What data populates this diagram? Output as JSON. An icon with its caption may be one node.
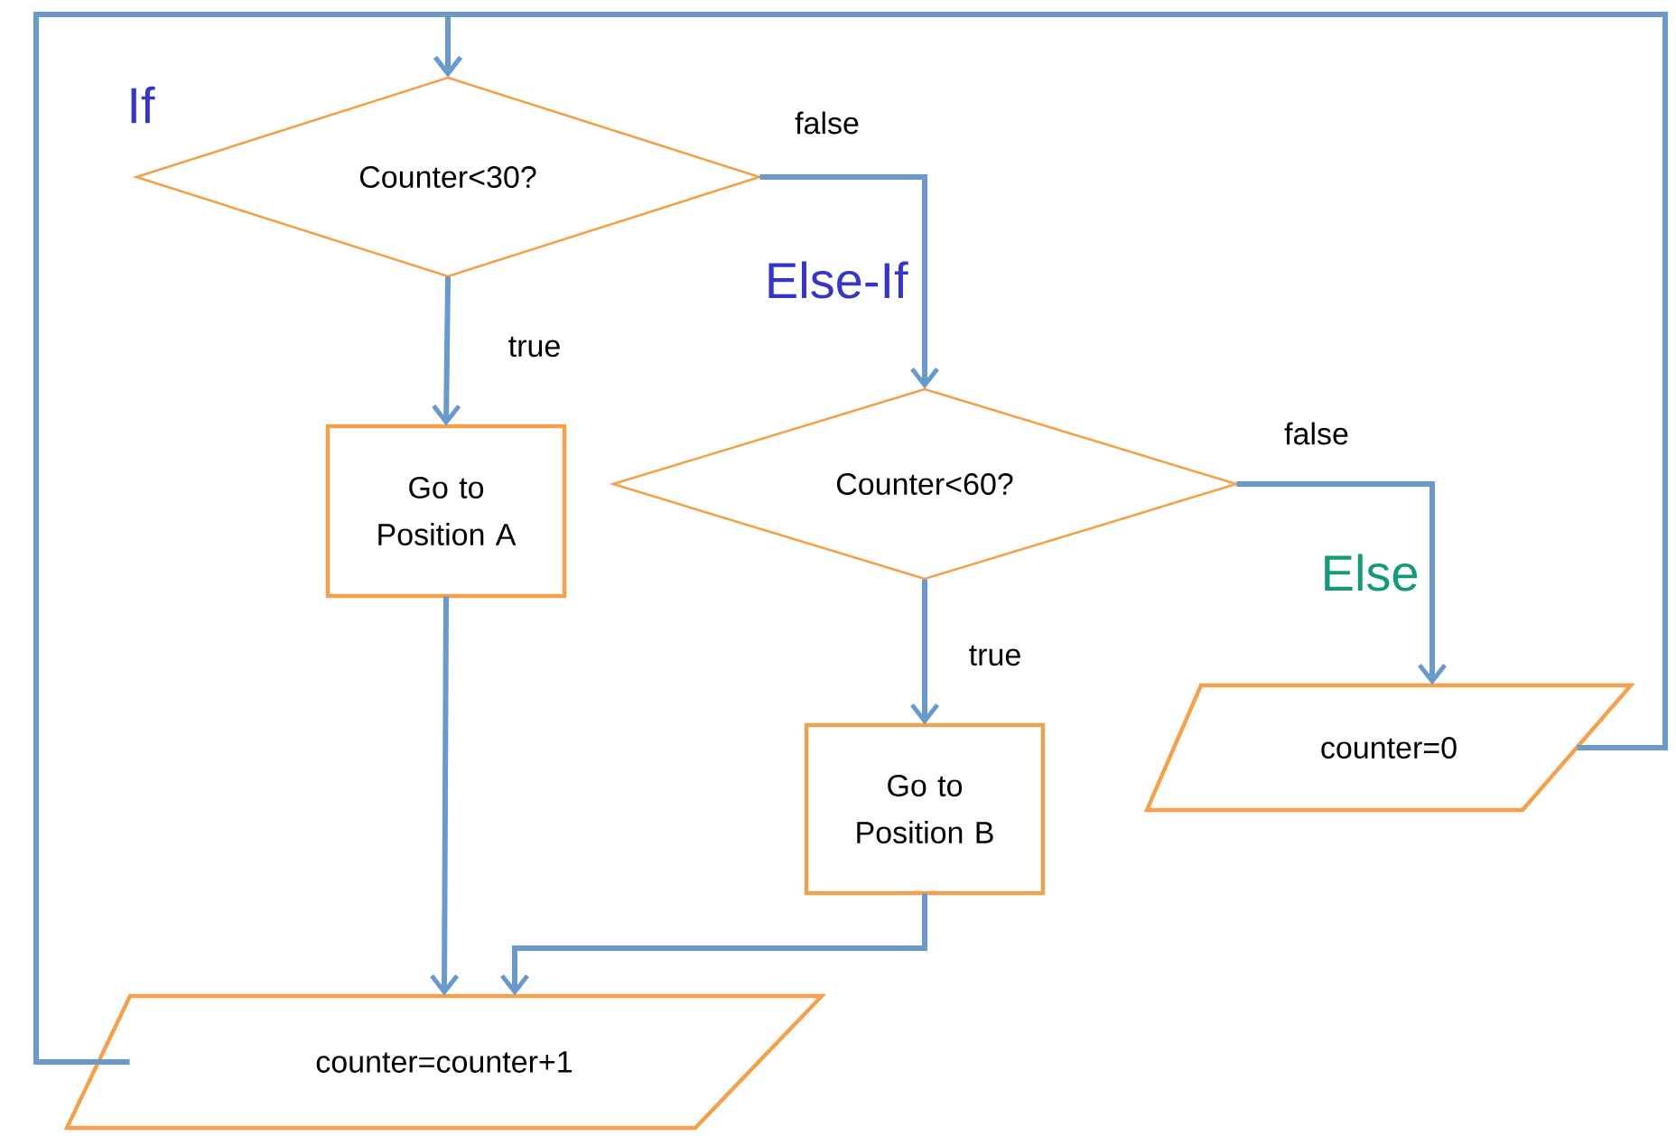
{
  "diagram": {
    "nodes": [
      {
        "text": [
          "Counter<30?"
        ]
      },
      {
        "text": [
          "Go to Position A"
        ]
      },
      {
        "text": [
          "Counter<60?"
        ]
      },
      {
        "text": [
          "Go to Position B"
        ]
      },
      {
        "text": [
          "counter=0"
        ]
      },
      {
        "text": [
          "counter=counter+1"
        ]
      }
    ],
    "edges": [
      {
        "from": 0,
        "to": 1,
        "arrow": "to",
        "label": "true"
      },
      {
        "from": 0,
        "to": 2,
        "arrow": "to",
        "label": "false"
      },
      {
        "from": 2,
        "to": 3,
        "arrow": "to",
        "label": "true"
      },
      {
        "from": 2,
        "to": 4,
        "arrow": "to",
        "label": "false"
      },
      {
        "from": 1,
        "to": 5,
        "arrow": "to"
      },
      {
        "from": 3,
        "to": 5,
        "arrow": "to"
      },
      {
        "from": 4,
        "to": 0,
        "arrow": "to"
      },
      {
        "from": 5,
        "to": 0,
        "arrow": "to"
      }
    ],
    "labels": [
      "If",
      "Else-If",
      "Else"
    ]
  }
}
